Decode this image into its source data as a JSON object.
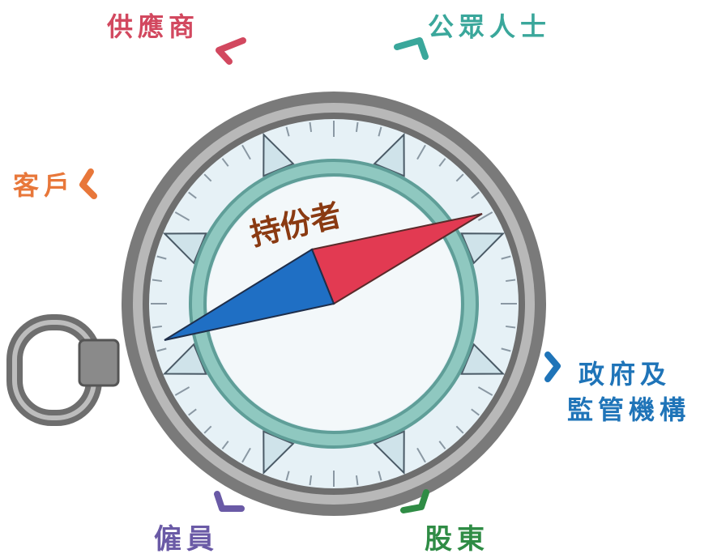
{
  "center": {
    "label": "持份者",
    "color": "#8a3a12"
  },
  "stakeholders": {
    "suppliers": {
      "label": "供應商",
      "color": "#d2485f"
    },
    "public": {
      "label": "公眾人士",
      "color": "#3aa79b"
    },
    "customers": {
      "label": "客戶",
      "color": "#e8773a"
    },
    "government": {
      "line1": "政府及",
      "line2": "監管機構",
      "color": "#1f74b8"
    },
    "employees": {
      "label": "僱員",
      "color": "#6a5aa6"
    },
    "shareholders": {
      "label": "股東",
      "color": "#2f8c45"
    }
  },
  "needle": {
    "north_color": "#e23a52",
    "south_color": "#1f6fc4"
  },
  "compass": {
    "rim_color": "#6e6e6e",
    "face_color": "#e6f1f6",
    "ring_color": "#8fc8c0"
  }
}
